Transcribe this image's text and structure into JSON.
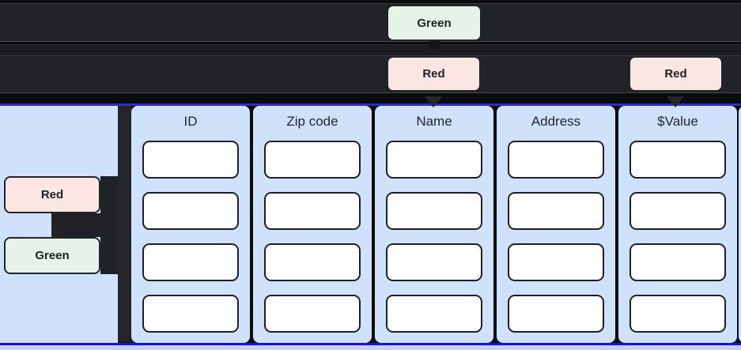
{
  "chips": {
    "green_top": {
      "label": "Green",
      "color": "green"
    },
    "red_top_left": {
      "label": "Red",
      "color": "red"
    },
    "red_top_right": {
      "label": "Red",
      "color": "red"
    },
    "red_side": {
      "label": "Red",
      "color": "red"
    },
    "green_side": {
      "label": "Green",
      "color": "green"
    }
  },
  "columns": [
    {
      "label": "ID",
      "slot_count": 4
    },
    {
      "label": "Zip code",
      "slot_count": 4
    },
    {
      "label": "Name",
      "slot_count": 4
    },
    {
      "label": "Address",
      "slot_count": 4
    },
    {
      "label": "$Value",
      "slot_count": 4
    }
  ],
  "colors": {
    "chip_green_bg": "#e5f3e8",
    "chip_red_bg": "#fce6e3",
    "chip_border": "#212428",
    "column_panel_bg": "#cfe1fb",
    "slot_bg": "#ffffff",
    "slot_border": "#1e2227",
    "socket_row_bg": "#212326",
    "background": "#0b0c0e",
    "accent_line_top": "#2e2eb8",
    "accent_line_bottom": "#1212ee",
    "bottom_strip": "#c8cef2"
  }
}
